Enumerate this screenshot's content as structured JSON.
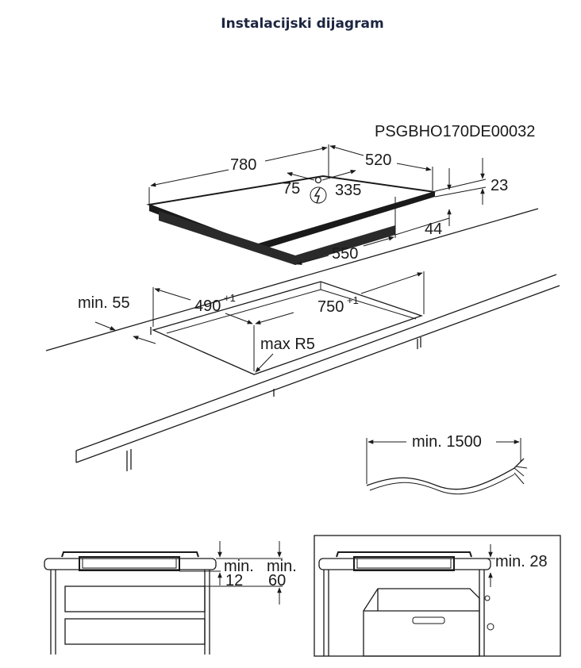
{
  "title": "Instalacijski dijagram",
  "model_code": "PSGBHO170DE00032",
  "labels": {
    "width_780": "780",
    "depth_520": "520",
    "pos_75": "75",
    "pos_335": "335",
    "height_23": "23",
    "height_44": "44",
    "depth_550": "550",
    "min_55": "min. 55",
    "cut_490": "490",
    "cut_750": "750",
    "tolerance": "+1",
    "max_r5": "max R5",
    "min_1500": "min. 1500",
    "min_12_a": "min.",
    "min_12_b": "12",
    "min_60_a": "min.",
    "min_60_b": "60",
    "min_28": "min. 28"
  },
  "icons": [
    "power-supply-icon"
  ],
  "colors": {
    "title": "#1c2541",
    "lines": "#1a1a1a"
  }
}
